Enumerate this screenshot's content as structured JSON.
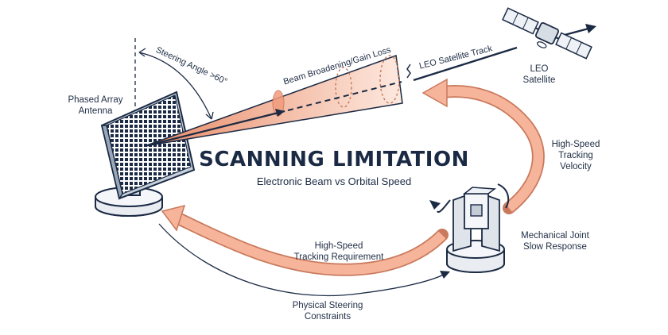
{
  "diagram": {
    "title": "SCANNING LIMITATION",
    "subtitle": "Electronic Beam vs Orbital Speed",
    "labels": {
      "antenna": [
        "Phased Array",
        "Antenna"
      ],
      "steering_angle": "Steering Angle >60°",
      "beam_broadening": "Beam Broadening/Gain Loss",
      "leo_track": "LEO Satellite Track",
      "leo_satellite": [
        "LEO",
        "Satellite"
      ],
      "tracking_velocity": [
        "High-Speed",
        "Tracking",
        "Velocity"
      ],
      "mechanical_joint": [
        "Mechanical Joint",
        "Slow Response"
      ],
      "tracking_requirement": [
        "High-Speed",
        "Tracking Requirement"
      ],
      "steering_constraints": [
        "Physical Steering",
        "Constraints"
      ]
    },
    "colors": {
      "ink": "#1b2a44",
      "beam": "#f0a98a",
      "beam_light": "#fbe3d7",
      "arrow_fill": "#f6b49a",
      "arrow_stroke": "#c9795c"
    }
  }
}
